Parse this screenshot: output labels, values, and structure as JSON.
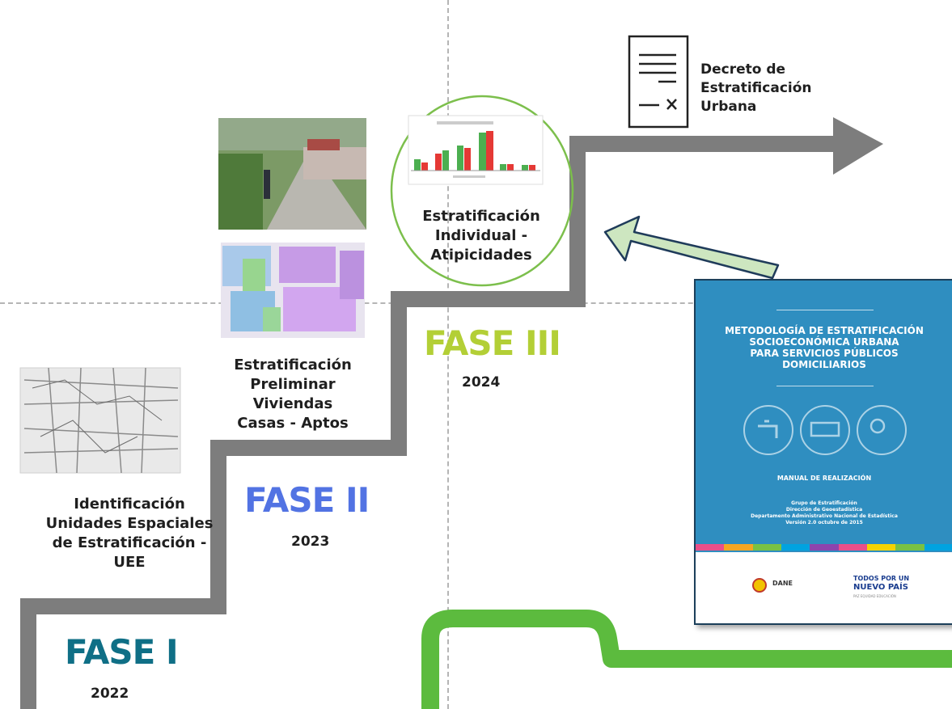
{
  "phases": [
    {
      "name": "FASE I",
      "year": "2022",
      "color": "#0f6f86"
    },
    {
      "name": "FASE II",
      "year": "2023",
      "color": "#5273e3"
    },
    {
      "name": "FASE III",
      "year": "2024",
      "color": "#b3cf36"
    }
  ],
  "steps": {
    "uee": "Identificación\nUnidades Espaciales\nde Estratificación -\nUEE",
    "preliminar": "Estratificación\nPreliminar\nViviendas\nCasas - Aptos",
    "individual": "Estratificación\nIndividual -\nAtipicidades",
    "decreto": "Decreto de\nEstratificación\nUrbana"
  },
  "colors": {
    "stair": "#7d7d7d",
    "highlight_circle": "#7cbf4c",
    "pointer_arrow_fill": "#cde6c0",
    "pointer_arrow_stroke": "#1f3b5a",
    "green_band": "#5cbb3e",
    "cover_blue": "#2f8ec0"
  },
  "cover": {
    "title": "METODOLOGÍA DE ESTRATIFICACIÓN\nSOCIOECONÓMICA URBANA\nPARA SERVICIOS PÚBLICOS\nDOMICILIARIOS",
    "subtitle": "MANUAL DE REALIZACIÓN",
    "credits": "Grupo de Estratificación\nDirección de Geoestadística\nDepartamento Administrativo Nacional de Estadística\nVersión 2.0 octubre de 2015",
    "logos": {
      "dane": "DANE",
      "slogan_top": "TODOS POR UN",
      "slogan_bottom": "NUEVO PAÍS",
      "slogan_tag": "PAZ  EQUIDAD  EDUCACIÓN"
    }
  }
}
